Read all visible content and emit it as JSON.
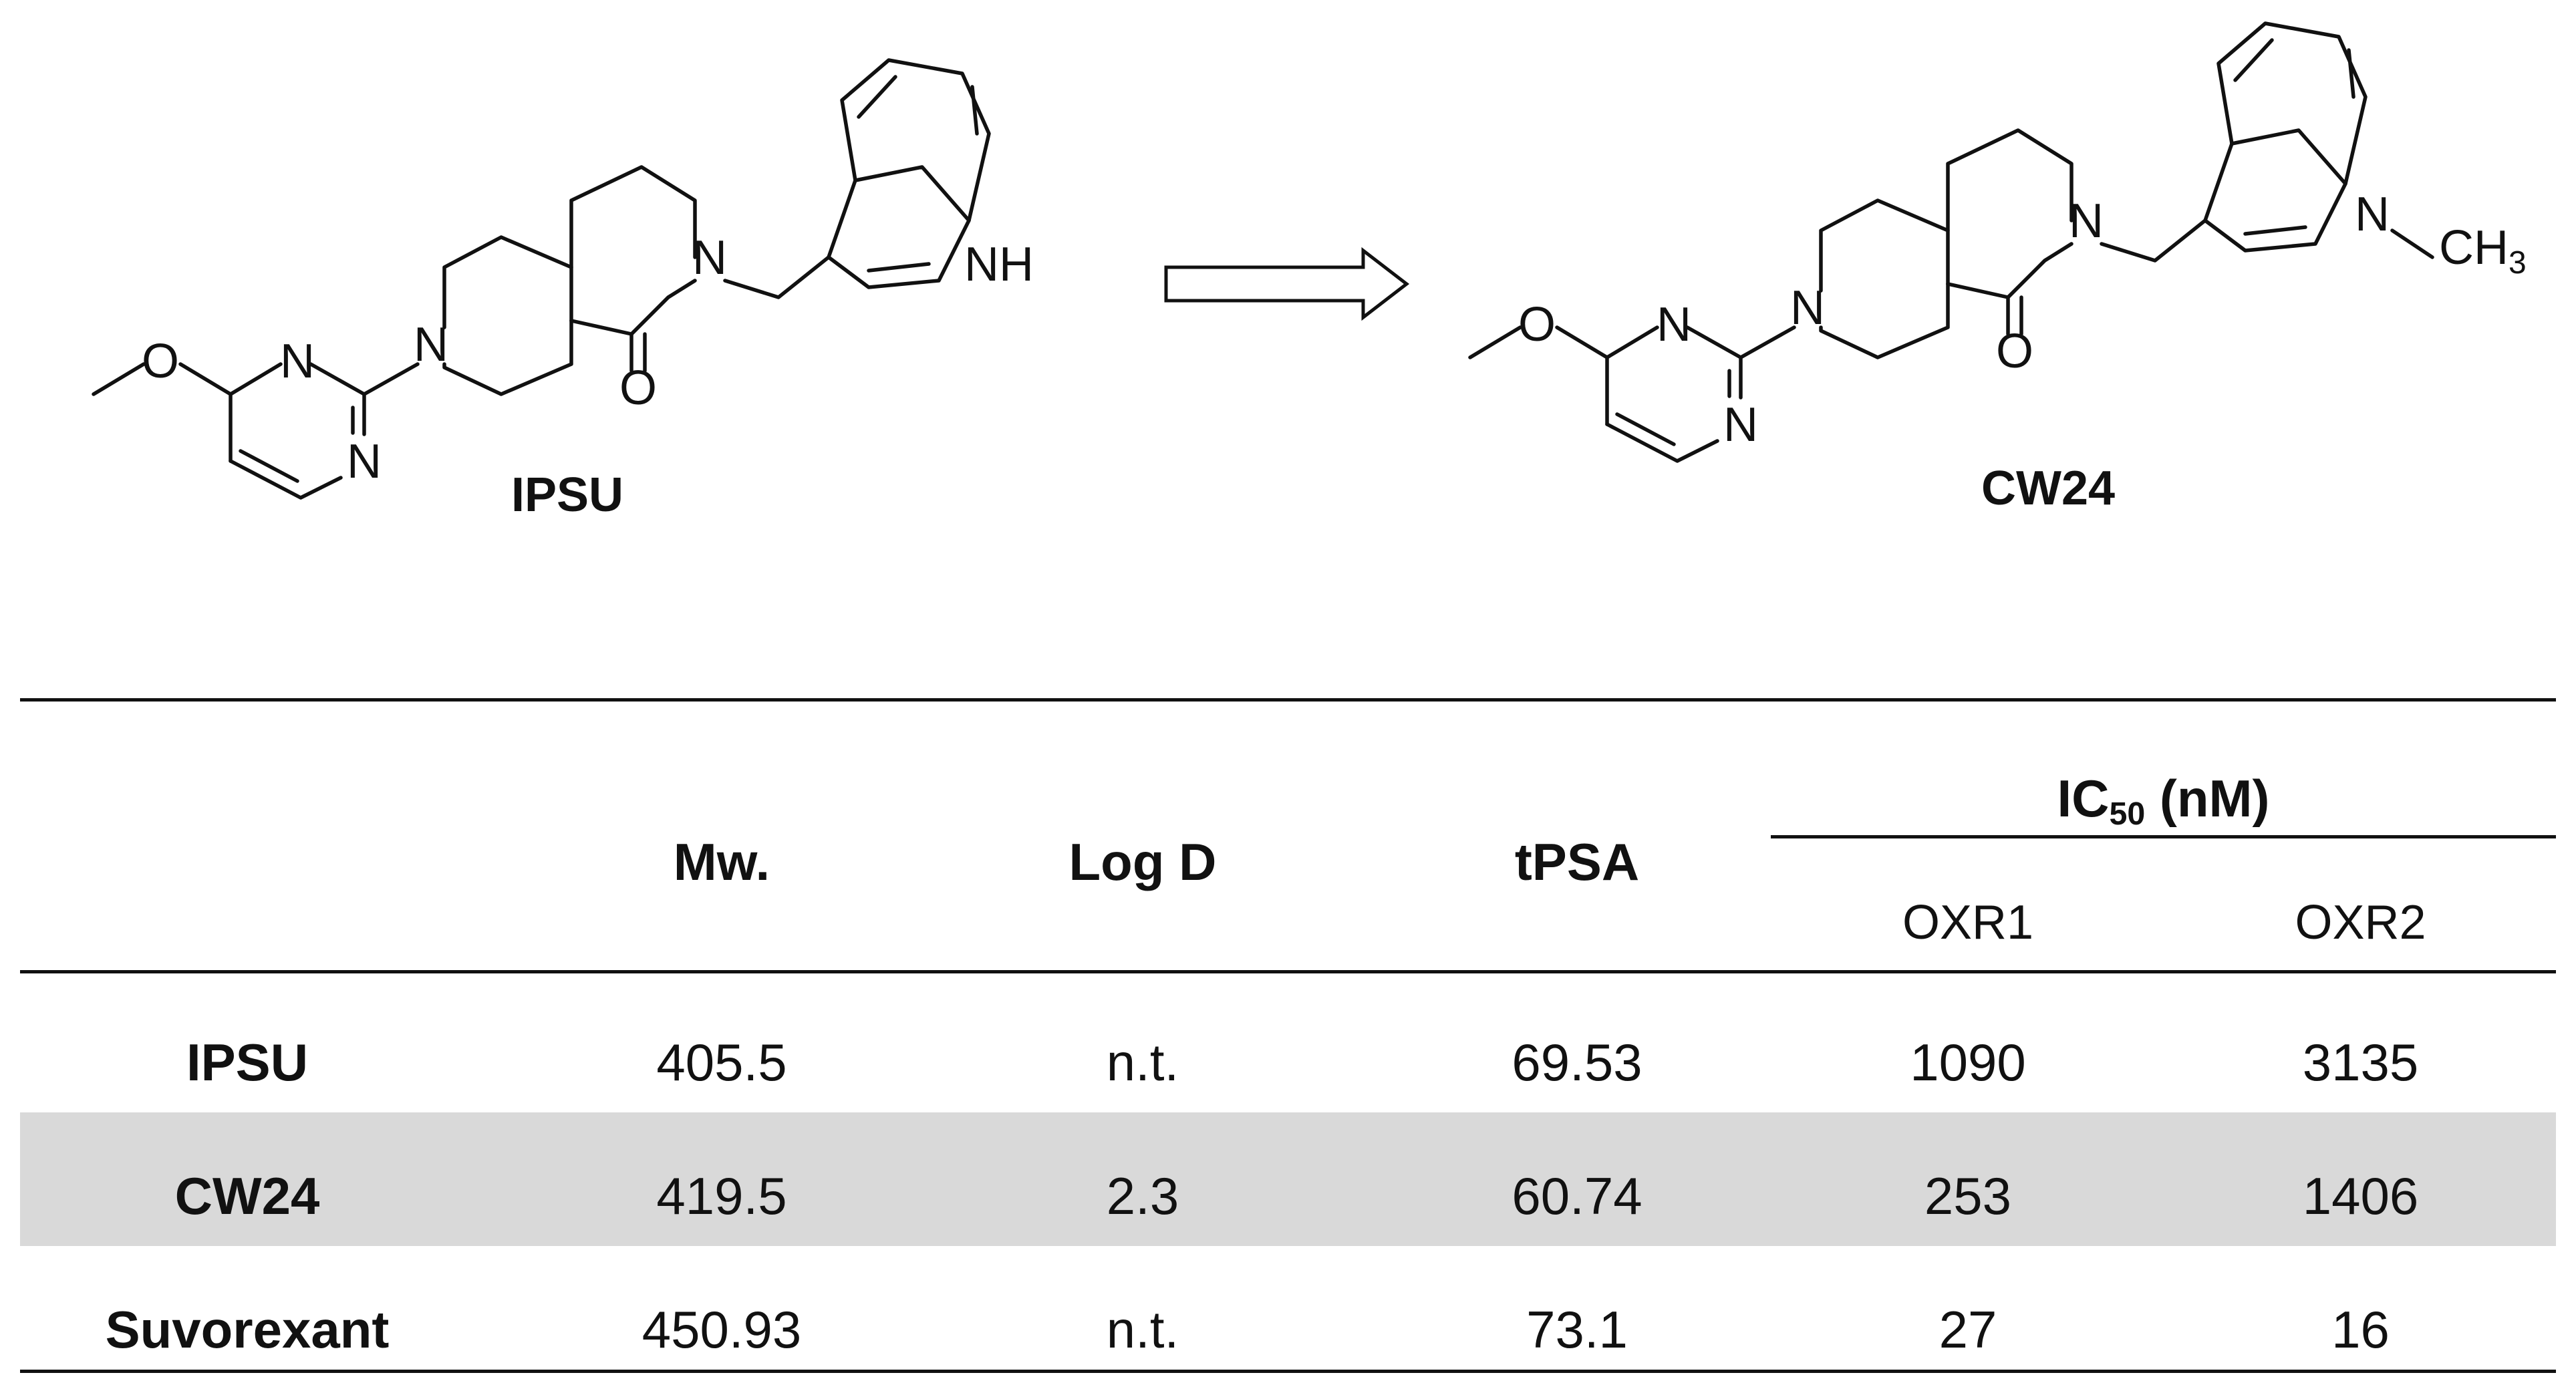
{
  "compounds": [
    {
      "name": "IPSU",
      "nh_label": "NH"
    },
    {
      "name": "CW24",
      "methyl_label": "CH",
      "methyl_sub": "3"
    }
  ],
  "atoms": {
    "N": "N",
    "O": "O"
  },
  "table": {
    "headers": [
      "Mw.",
      "Log D",
      "tPSA"
    ],
    "ic50_header_main": "IC",
    "ic50_header_sub": "50",
    "ic50_header_unit": " (nM)",
    "subheaders": [
      "OXR1",
      "OXR2"
    ],
    "rows": [
      {
        "name": "IPSU",
        "values": [
          "405.5",
          "n.t.",
          "69.53",
          "1090",
          "3135"
        ],
        "shaded": false
      },
      {
        "name": "CW24",
        "values": [
          "419.5",
          "2.3",
          "60.74",
          "253",
          "1406"
        ],
        "shaded": true
      },
      {
        "name": "Suvorexant",
        "values": [
          "450.93",
          "n.t.",
          "73.1",
          "27",
          "16"
        ],
        "shaded": false
      }
    ]
  },
  "colors": {
    "shade": "#d9d9d9",
    "text": "#111111"
  }
}
